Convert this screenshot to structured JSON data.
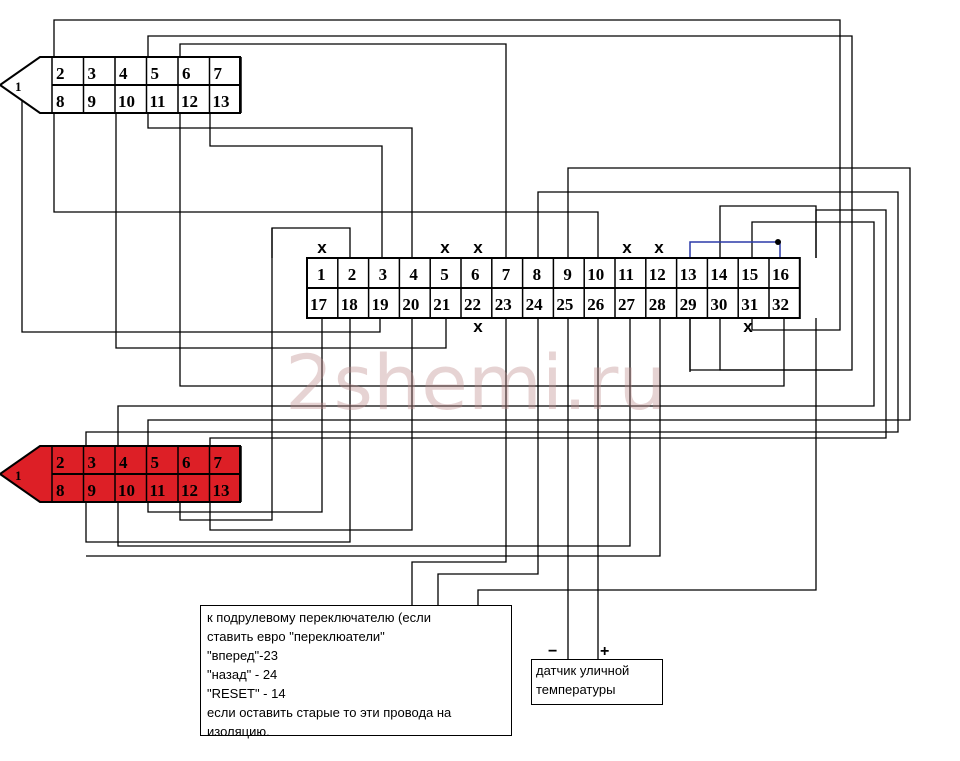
{
  "watermark": "2shemi.ru",
  "top_connector": {
    "tip_label": "1",
    "row1": [
      "2",
      "3",
      "4",
      "5",
      "6",
      "7"
    ],
    "row2": [
      "8",
      "9",
      "10",
      "11",
      "12",
      "13"
    ],
    "fill": "#ffffff"
  },
  "bottom_connector": {
    "tip_label": "1",
    "row1": [
      "2",
      "3",
      "4",
      "5",
      "6",
      "7"
    ],
    "row2": [
      "8",
      "9",
      "10",
      "11",
      "12",
      "13"
    ],
    "fill": "#dd1f26"
  },
  "main_connector": {
    "row1": [
      "1",
      "2",
      "3",
      "4",
      "5",
      "6",
      "7",
      "8",
      "9",
      "10",
      "11",
      "12",
      "13",
      "14",
      "15",
      "16"
    ],
    "row2": [
      "17",
      "18",
      "19",
      "20",
      "21",
      "22",
      "23",
      "24",
      "25",
      "26",
      "27",
      "28",
      "29",
      "30",
      "31",
      "32"
    ],
    "unused_marker": "x"
  },
  "note_switch": {
    "lines": [
      "к подрулевому переключателю (если",
      "ставить евро \"переклюатели\"",
      "\"вперед\"-23",
      "\"назад\" - 24",
      "\"RESET\" - 14",
      "если оставить старые то эти провода на",
      "изоляцию."
    ]
  },
  "note_sensor": {
    "minus": "−",
    "plus": "+",
    "lines": [
      "датчик уличной",
      "температуры"
    ]
  }
}
